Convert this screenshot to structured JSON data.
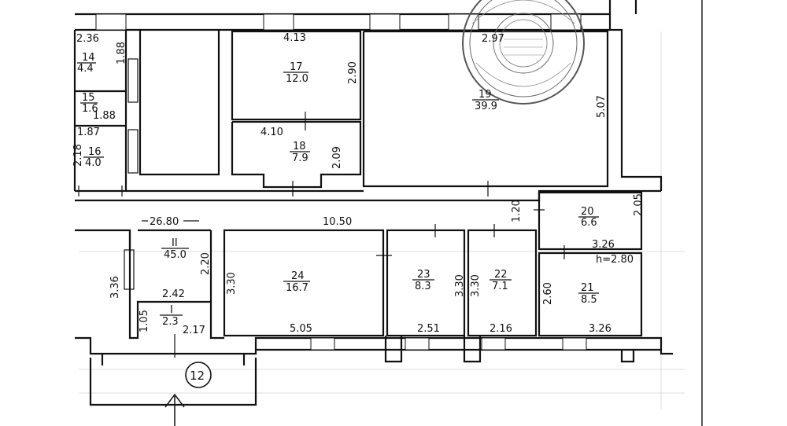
{
  "rooms": [
    {
      "id": "14",
      "area": "4.4"
    },
    {
      "id": "15",
      "area": "1.6"
    },
    {
      "id": "16",
      "area": "4.0"
    },
    {
      "id": "17",
      "area": "12.0"
    },
    {
      "id": "18",
      "area": "7.9"
    },
    {
      "id": "19",
      "area": "39.9"
    },
    {
      "id": "20",
      "area": "6.6"
    },
    {
      "id": "21",
      "area": "8.5"
    },
    {
      "id": "22",
      "area": "7.1"
    },
    {
      "id": "23",
      "area": "8.3"
    },
    {
      "id": "24",
      "area": "16.7"
    },
    {
      "id": "II",
      "area": "45.0"
    },
    {
      "id": "I",
      "area": "2.3"
    }
  ],
  "dimensions": [
    "2.36",
    "1.88",
    "1.88",
    "1.87",
    "4.13",
    "2.90",
    "4.10",
    "2.09",
    "2.97",
    "5.07",
    "2.05",
    "1.20",
    "10.50",
    "26.80",
    "3.26",
    "2.20",
    "3.30",
    "3.36",
    "2.42",
    "1.05",
    "2.17",
    "5.05",
    "3.30",
    "3.30",
    "2.51",
    "2.16",
    "2.60",
    "3.26",
    "2.18"
  ],
  "ceiling_height": "h=2.80",
  "entrance_number": "12"
}
